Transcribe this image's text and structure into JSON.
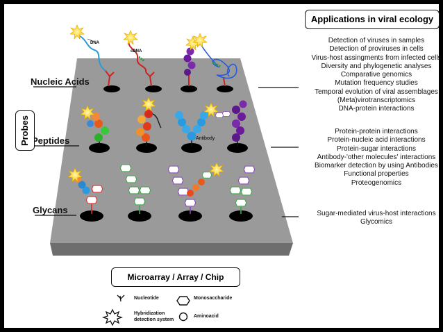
{
  "header": {
    "title": "Applications in viral ecology"
  },
  "side": {
    "probes": "Probes"
  },
  "rows": {
    "nucleic_acids": "Nucleic Acids",
    "peptides": "Peptides",
    "glycans": "Glycans"
  },
  "probe_labels": {
    "dna": "DNA",
    "cdna": "cDNA",
    "antibody": "Antibody"
  },
  "applications": {
    "nucleic": [
      "Detection of viruses in samples",
      "Detection of proviruses in cells",
      "Virus-host assingments from infected cells",
      "Diversity and phylogenetic analyses",
      "Comparative genomics",
      "Mutation frequency studies",
      "Temporal evolution of viral assemblages",
      "(Meta)virotranscriptomics",
      "DNA-protein interactions"
    ],
    "peptides": [
      "Protein-protein interactions",
      "Protein-nucleic acid interactions",
      "Protein-sugar interactions",
      "Antibody-'other molecules' interactions",
      "Biomarker detection by using Antibodies",
      "Functional properties",
      "Proteogenomics"
    ],
    "glycans": [
      "Sugar-mediated virus-host interactions",
      "Glycomics"
    ]
  },
  "chip": {
    "label": "Microarray / Array / Chip"
  },
  "legend": {
    "nucleotide": "Nucleotide",
    "monosaccharide": "Monosaccharide",
    "hybridization": "Hybridization detection system",
    "aminoacid": "Aminoacid"
  },
  "colors": {
    "platform_top": "#9a9a9a",
    "platform_front": "#6e6e6e",
    "nucleic_stem": "#cc2222",
    "dna_strand": "#2a9ad8",
    "glycan_red": "#e02828",
    "glycan_green": "#3aa848",
    "glycan_purple": "#8844bb",
    "peptide_purple": "#6a1a9a",
    "antibody_blue": "#2a9ae0",
    "star_yellow": "#ffd21a"
  }
}
